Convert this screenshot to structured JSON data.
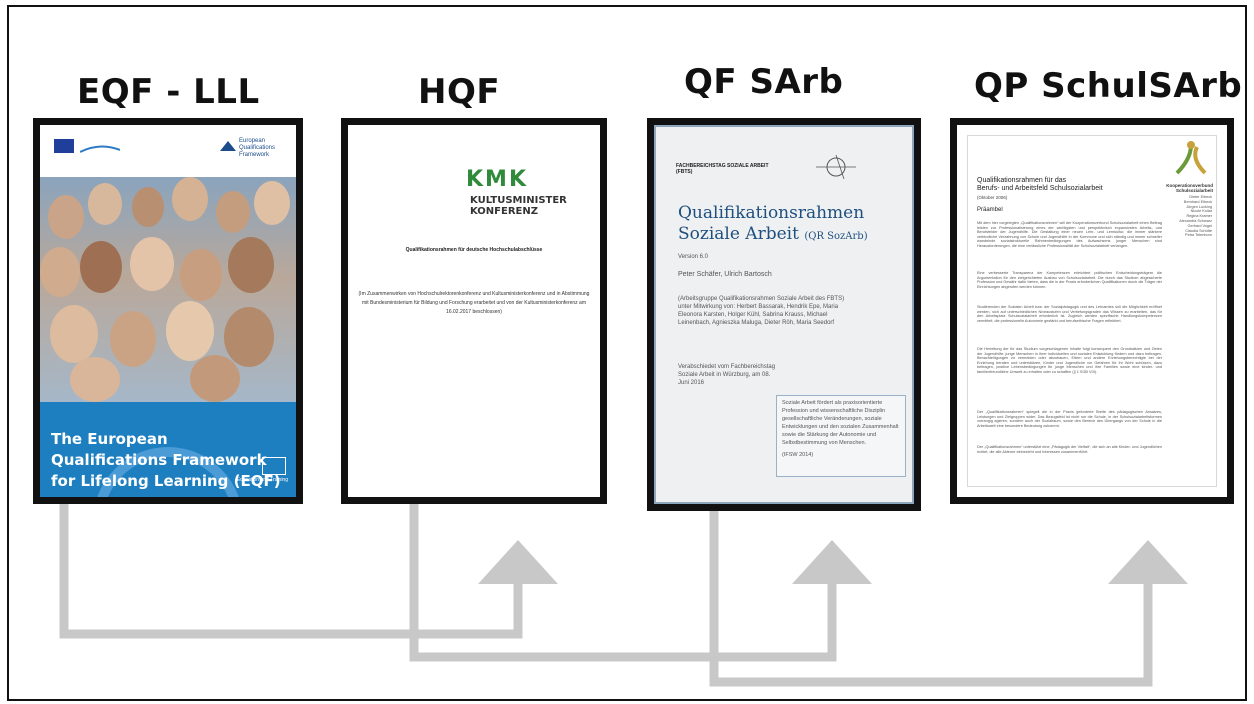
{
  "documents": [
    {
      "label": "EQF - LLL",
      "cover_logo_right": "European Qualifications Framework",
      "cover_title": "The European Qualifications Framework for Lifelong Learning (EQF)",
      "cover_badge": "Education and Training"
    },
    {
      "label": "HQF",
      "logo_mark": "KMK",
      "logo_name": "KULTUSMINISTER KONFERENZ",
      "heading": "Qualifikationsrahmen für deutsche Hochschulabschlüsse",
      "body": "(Im Zusammenwirken von Hochschulrektorenkonferenz und Kultusministerkonferenz und in Abstimmung mit Bundesministerium für Bildung und Forschung erarbeitet und von der Kultusministerkonferenz am 16.02.2017 beschlossen)"
    },
    {
      "label": "QF SArb",
      "org": "FACHBEREICHSTAG SOZIALE ARBEIT (FBTS)",
      "title_line1": "Qualifikationsrahmen",
      "title_line2": "Soziale Arbeit",
      "title_abbr": "(QR SozArb)",
      "version": "Version 6.0",
      "authors": "Peter Schäfer, Ulrich Bartosch",
      "workgroup": "(Arbeitsgruppe Qualifikationsrahmen Soziale Arbeit des FBTS) unter Mitwirkung von: Herbert Bassarak, Hendrik Epe, Maria Eleonora Karsten, Holger Kühl, Sabrina Krauss, Michael Leinenbach, Agnieszka Maluga, Dieter Röh, Maria Seedorf",
      "adopted": "Verabschiedet vom Fachbereichstag Soziale Arbeit in Würzburg, am 08. Juni 2016",
      "quote": "Soziale Arbeit fördert als praxisorientierte Profession und wissenschaftliche Disziplin gesellschaftliche Veränderungen, soziale Entwicklungen und den sozialen Zusammenhalt sowie die Stärkung der Autonomie und Selbstbestimmung von Menschen.",
      "quote_source": "(IFSW 2014)"
    },
    {
      "label": "QP SchulSArb",
      "title_line1": "Qualifikationsrahmen für das",
      "title_line2": "Berufs- und Arbeitsfeld Schulsozialarbeit",
      "date": "(Oktober 2006)",
      "preamble": "Präambel",
      "org": "Kooperationsverbund Schulsozialarbeit",
      "members": [
        "Dieter Eibeck",
        "Bernhard Eibeck",
        "Jürgen Lucking",
        "Nicole Kollar",
        "Regina Kramer",
        "Alexandra Schwarz",
        "Gerhard Vogel",
        "Claudia Schütte",
        "Petra Tetenborn"
      ],
      "paragraphs": [
        "Mit dem hier vorgelegten „Qualifikationsrahmen“ will der Kooperationsverbund Schulsozialarbeit einen Beitrag leisten zur Professionalisierung eines der wichtigsten und perspektivisch expansivsten Arbeits- und Berufsfelder der Jugendhilfe. Die Gestaltung einer neuen Lehr- und Lernkultur, die immer stärkere verbindliche Verzahnung von Schule und Jugendhilfe in der Kommune und sich ständig und immer schneller wandelnde sozialstrukturelle Rahmenbedingungen des Aufwachsens junger Menschen sind Herausforderungen, die eine verlässliche Professionalität der Schulsozialarbeit verlangen.",
        "Eine verbesserte Transparenz der Kompetenzen erleichtert politischen Entscheidungsträgern die Argumentation für den zielgerichteten Ausbau von Schulsozialarbeit. Die durch das Studium abgesicherte Profession und Gewähr dafür bieten, dass die in der Praxis erforderlichen Qualifikationen durch die Träger der Einrichtungen abgerufen werden können.",
        "Studierenden der Sozialen Arbeit bzw. der Sozialpädagogik und des Lehramtes soll die Möglichkeit eröffnet werden, sich auf unterschiedlichen Niveaustufen und Vertiefungsgraden das Wissen zu erarbeiten, das für den Arbeitsplatz Schulsozialarbeit erforderlich ist. Zugleich werden spezifische Handlungskompetenzen vermittelt, die professionelle Autonomie gestärkt und berufsethische Fragen reflektiert.",
        "Die Herleitung der für das Studium vorgeschlagenen Inhalte folgt konsequent den Grundsätzen und Zielen der Jugendhilfe: junge Menschen in ihrer individuellen und sozialen Entwicklung fördern und dazu beitragen, Benachteiligungen zu vermeiden oder abzubauen, Eltern und andere Erziehungsberechtigte bei der Erziehung beraten und unterstützen, Kinder und Jugendliche vor Gefahren für ihr Wohl schützen, dazu beitragen, positive Lebensbedingungen für junge Menschen und ihre Familien sowie eine kinder- und familienfreundliche Umwelt zu erhalten oder zu schaffen (§ 1 SGB VIII).",
        "Der „Qualifikationsrahmen“ spiegelt die in der Praxis geforderte Breite des pädagogischen Ansatzes, Leistungen und Zielgruppen wider. Das Bezugsfeld ist nicht nur die Schule, in der Schulsozialarbeitsformen vorrangig agieren, sondern auch der Sozialraum, sowie den Bereich des Übergangs von der Schule in die Arbeitswelt eine besondere Bedeutung zukommt.",
        "Der „Qualifikationsrahmen“ unterstützt eine „Pädagogik der Vielfalt“, die sich an alle Kinder- und Jugendlichen richtet, die alle Akteure einbezieht und Interessen zusammenführt."
      ]
    }
  ],
  "colors": {
    "frame": "#111111",
    "arrow": "#c8c8c8",
    "eqf_blue": "#1e7fc0",
    "kmk_green": "#2f8a3a",
    "qf_title_blue": "#1f4f7f"
  }
}
